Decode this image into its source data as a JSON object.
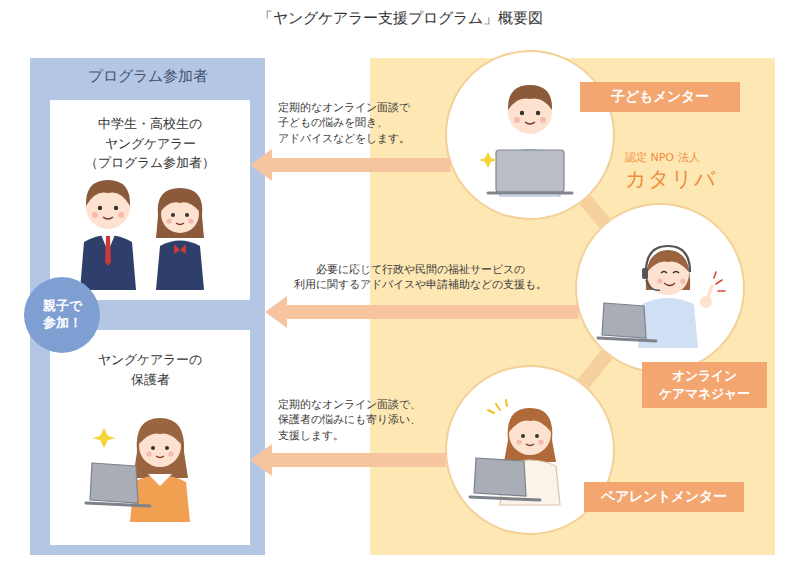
{
  "diagram": {
    "title": "「ヤングケアラー支援プログラム」概要図",
    "nodes": [
      {
        "text": [
          "プログラム参加者"
        ]
      },
      {
        "text": [
          "中学生・高校生の ヤングケアラー （プログラム参加者）"
        ],
        "in": 0
      },
      {
        "text": [
          "親子で 参加！"
        ],
        "in": 0
      },
      {
        "text": [
          "ヤングケアラーの 保護者"
        ],
        "in": 0
      },
      {
        "text": [
          "認定 NPO 法人",
          "カタリバ"
        ]
      },
      {
        "text": [
          "子どもメンター"
        ],
        "in": 4
      },
      {
        "text": [
          "オンライン ケアマネジャー"
        ],
        "in": 4
      },
      {
        "text": [
          "ペアレントメンター"
        ],
        "in": 4
      }
    ],
    "edges": [
      {
        "from": 5,
        "to": 1,
        "arrow": "to",
        "label": "定期的なオンライン面談で 子どもの悩みを聞き、 アドバイスなどをします。"
      },
      {
        "from": 6,
        "to": 0,
        "arrow": "to",
        "label": "必要に応じて行政や民間の福祉サービスの 利用に関するアドバイスや申請補助などの支援も。"
      },
      {
        "from": 7,
        "to": 3,
        "arrow": "to",
        "label": "定期的なオンライン面談で、 保護者の悩みにも寄り添い、 支援します。"
      },
      {
        "from": 5,
        "to": 6,
        "arrow": "none"
      },
      {
        "from": 6,
        "to": 7,
        "arrow": "none"
      }
    ]
  }
}
